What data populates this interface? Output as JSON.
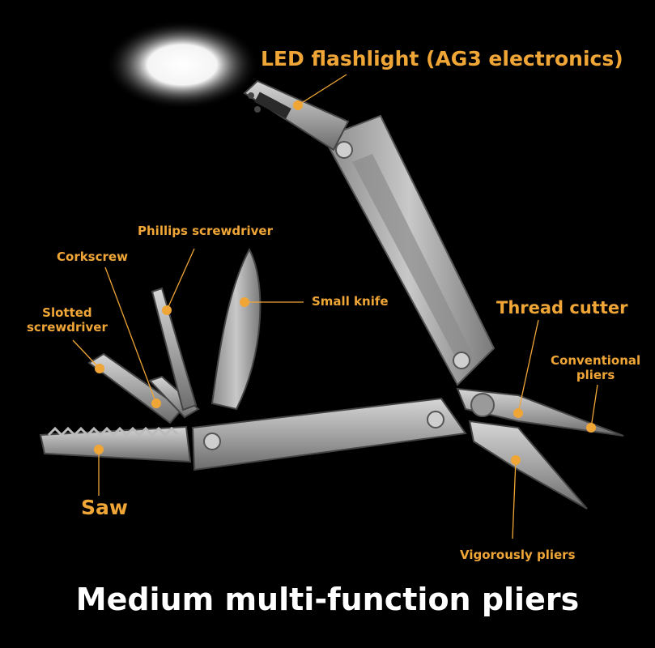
{
  "title": "Medium multi-function pliers",
  "callouts": {
    "led": "LED flashlight (AG3 electronics)",
    "thread_cutter": "Thread cutter",
    "small_knife": "Small knife",
    "phillips": "Phillips screwdriver",
    "corkscrew": "Corkscrew",
    "slotted_1": "Slotted",
    "slotted_2": "screwdriver",
    "conventional_1": "Conventional",
    "conventional_2": "pliers",
    "saw": "Saw",
    "vigorously": "Vigorously pliers"
  },
  "colors": {
    "background": "#000000",
    "callout": "#f0a637",
    "title": "#ffffff",
    "metal": "#a9a9a9"
  }
}
